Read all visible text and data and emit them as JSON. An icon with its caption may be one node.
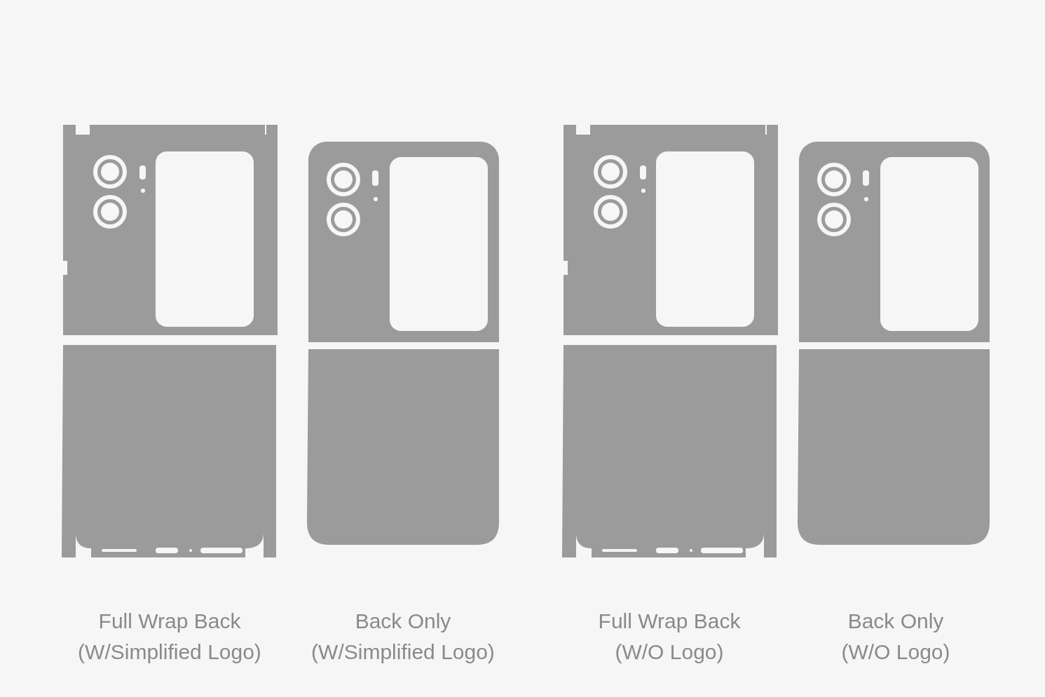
{
  "diagram": {
    "labels": [
      "Full Wrap Back (W/Simplified Logo)",
      "Back Only (W/Simplified Logo)",
      "Full Wrap Back (W/O Logo)",
      "Back Only (W/O Logo)"
    ]
  }
}
